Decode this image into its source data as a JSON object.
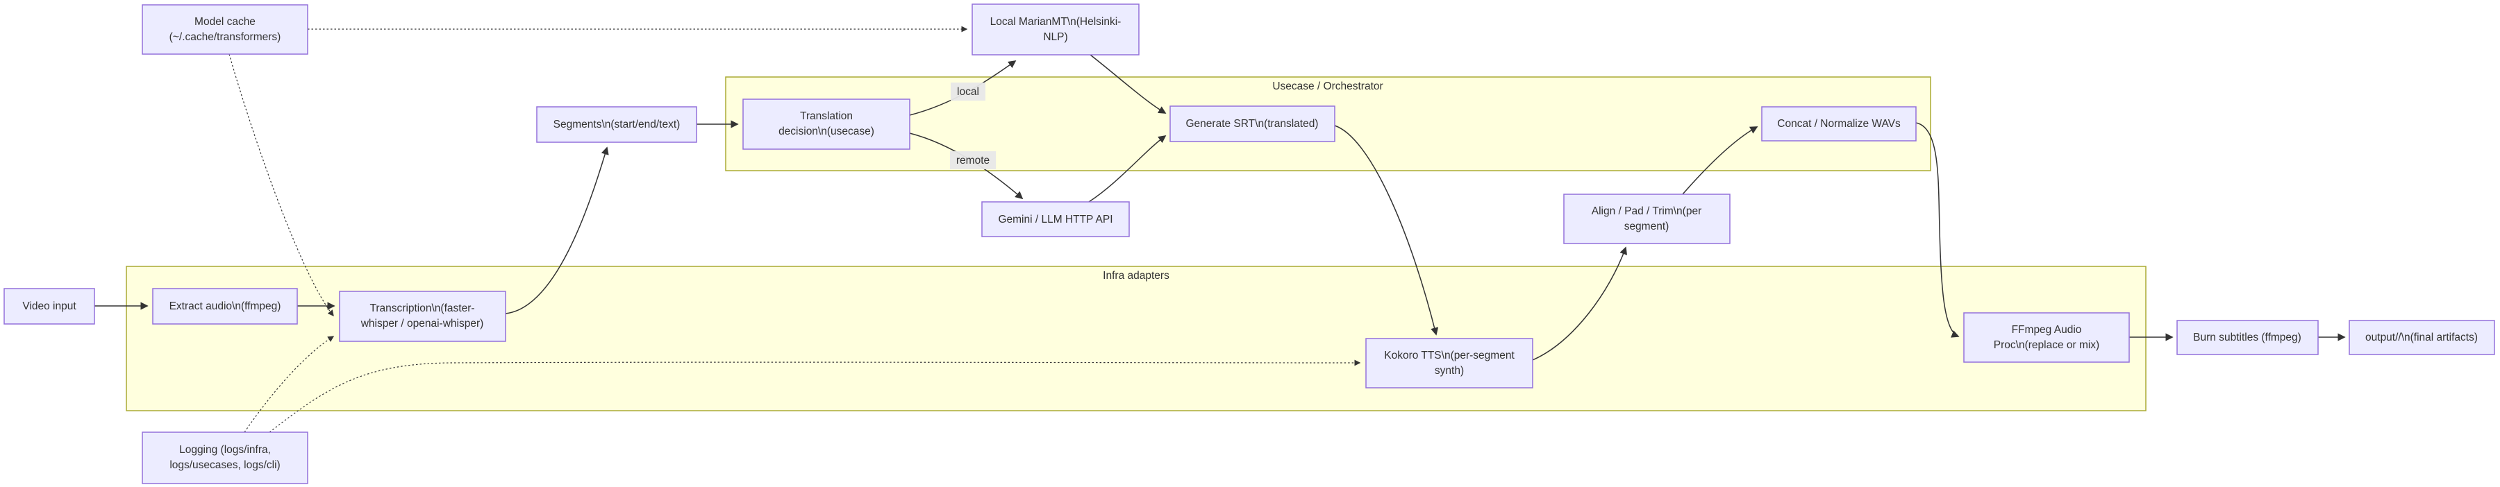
{
  "diagram": {
    "type": "flowchart-pipeline",
    "colors": {
      "node_fill": "#ececff",
      "node_border": "#9370db",
      "cluster_fill": "#ffffde",
      "cluster_border": "#aaaa33",
      "edge_color": "#333333",
      "edge_label_bg": "#e8e8e8",
      "text_color": "#333333"
    },
    "clusters": [
      {
        "id": "usecase",
        "label": "Usecase / Orchestrator"
      },
      {
        "id": "infra",
        "label": "Infra adapters"
      }
    ],
    "nodes": {
      "video_input": {
        "lines": [
          "Video input"
        ]
      },
      "extract_audio": {
        "lines": [
          "Extract audio\\n(ffmpeg)"
        ]
      },
      "transcription": {
        "lines": [
          "Transcription\\n(faster-",
          "whisper / openai-whisper)"
        ]
      },
      "segments": {
        "lines": [
          "Segments\\n(start/end/text)"
        ]
      },
      "translation_decision": {
        "lines": [
          "Translation",
          "decision\\n(usecase)"
        ]
      },
      "local_marianmt": {
        "lines": [
          "Local MarianMT\\n(Helsinki-",
          "NLP)"
        ]
      },
      "gemini_api": {
        "lines": [
          "Gemini / LLM HTTP API"
        ]
      },
      "generate_srt": {
        "lines": [
          "Generate SRT\\n(translated)"
        ]
      },
      "kokoro_tts": {
        "lines": [
          "Kokoro TTS\\n(per-segment",
          "synth)"
        ]
      },
      "align_pad_trim": {
        "lines": [
          "Align / Pad / Trim\\n(per",
          "segment)"
        ]
      },
      "concat_normalize": {
        "lines": [
          "Concat / Normalize WAVs"
        ]
      },
      "ffmpeg_audio_proc": {
        "lines": [
          "FFmpeg Audio",
          "Proc\\n(replace or mix)"
        ]
      },
      "burn_subtitles": {
        "lines": [
          "Burn subtitles (ffmpeg)"
        ]
      },
      "output": {
        "lines": [
          "output//\\n(final artifacts)"
        ]
      },
      "model_cache": {
        "lines": [
          "Model cache",
          "(~/.cache/transformers)"
        ]
      },
      "logging": {
        "lines": [
          "Logging (logs/infra,",
          "logs/usecases, logs/cli)"
        ]
      }
    },
    "edge_labels": {
      "local": "local",
      "remote": "remote"
    },
    "edges": [
      {
        "from": "video_input",
        "to": "extract_audio",
        "style": "solid",
        "label": ""
      },
      {
        "from": "extract_audio",
        "to": "transcription",
        "style": "solid",
        "label": ""
      },
      {
        "from": "transcription",
        "to": "segments",
        "style": "solid",
        "label": ""
      },
      {
        "from": "segments",
        "to": "translation_decision",
        "style": "solid",
        "label": ""
      },
      {
        "from": "translation_decision",
        "to": "local_marianmt",
        "style": "solid",
        "label": "local"
      },
      {
        "from": "translation_decision",
        "to": "gemini_api",
        "style": "solid",
        "label": "remote"
      },
      {
        "from": "local_marianmt",
        "to": "generate_srt",
        "style": "solid",
        "label": ""
      },
      {
        "from": "gemini_api",
        "to": "generate_srt",
        "style": "solid",
        "label": ""
      },
      {
        "from": "generate_srt",
        "to": "kokoro_tts",
        "style": "solid",
        "label": ""
      },
      {
        "from": "kokoro_tts",
        "to": "align_pad_trim",
        "style": "solid",
        "label": ""
      },
      {
        "from": "align_pad_trim",
        "to": "concat_normalize",
        "style": "solid",
        "label": ""
      },
      {
        "from": "concat_normalize",
        "to": "ffmpeg_audio_proc",
        "style": "solid",
        "label": ""
      },
      {
        "from": "ffmpeg_audio_proc",
        "to": "burn_subtitles",
        "style": "solid",
        "label": ""
      },
      {
        "from": "burn_subtitles",
        "to": "output",
        "style": "solid",
        "label": ""
      },
      {
        "from": "model_cache",
        "to": "local_marianmt",
        "style": "dotted",
        "label": ""
      },
      {
        "from": "model_cache",
        "to": "transcription",
        "style": "dotted",
        "label": ""
      },
      {
        "from": "logging",
        "to": "transcription",
        "style": "dotted",
        "label": ""
      },
      {
        "from": "logging",
        "to": "kokoro_tts",
        "style": "dotted",
        "label": ""
      }
    ]
  }
}
